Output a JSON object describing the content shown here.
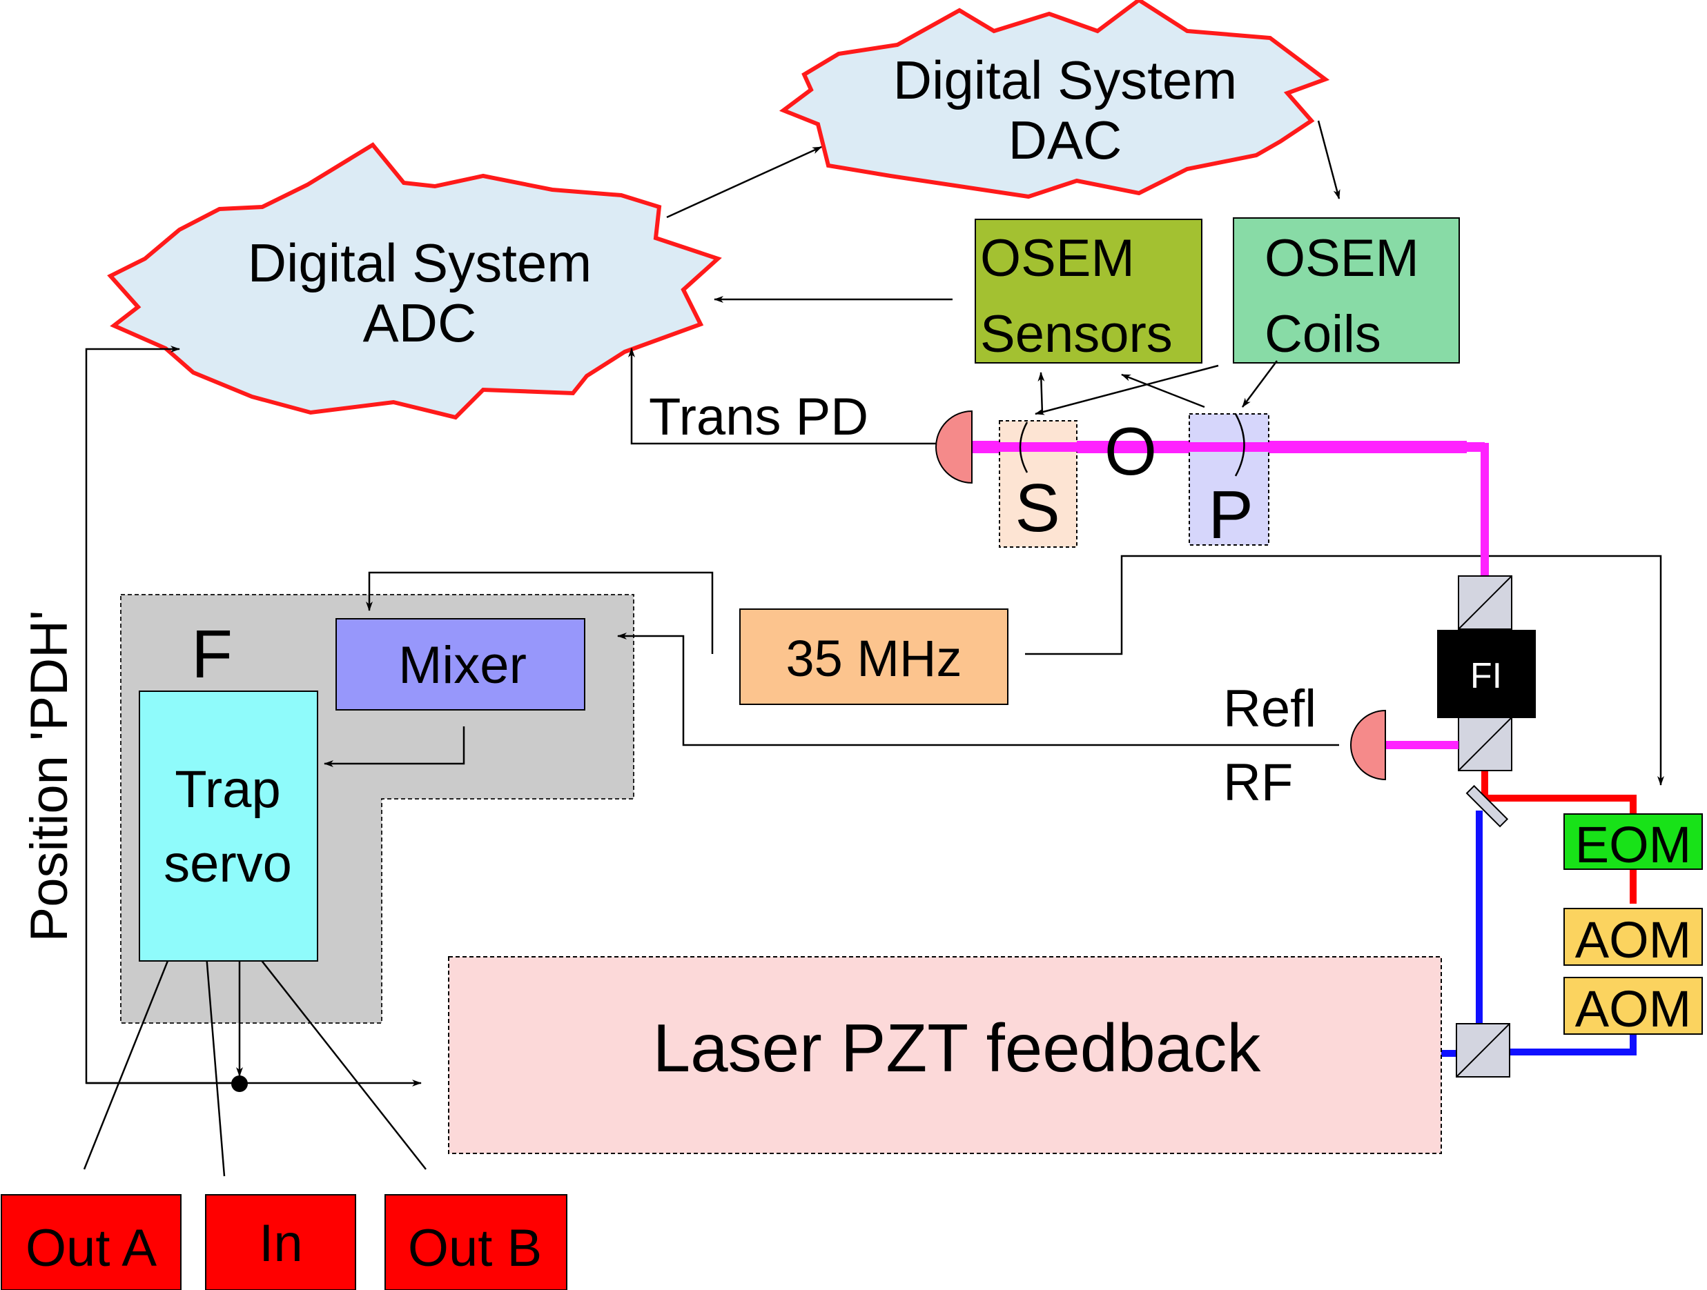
{
  "clouds": {
    "adc": {
      "line1": "Digital System",
      "line2": "ADC"
    },
    "dac": {
      "line1": "Digital System",
      "line2": "DAC"
    }
  },
  "boxes": {
    "osem_sensors": {
      "line1": "OSEM",
      "line2": "Sensors"
    },
    "osem_coils": {
      "line1": "OSEM",
      "line2": "Coils"
    },
    "mhz": "35 MHz",
    "mixer": "Mixer",
    "trap_servo": {
      "line1": "Trap",
      "line2": "servo"
    },
    "laser_pzt": "Laser PZT feedback",
    "fi": "FI",
    "eom": "EOM",
    "aom1": "AOM",
    "aom2": "AOM",
    "out_a": "Out A",
    "in": "In",
    "out_b": "Out B"
  },
  "labels": {
    "trans_pd": "Trans PD",
    "refl_rf_line1": "Refl",
    "refl_rf_line2": "RF",
    "f": "F",
    "s": "S",
    "o": "O",
    "p": "P",
    "position_pdh": "Position 'PDH'"
  },
  "colors": {
    "cloud_fill": "#dcebf5",
    "cloud_stroke": "#ff1a1a",
    "osem_sensors": "#a3c131",
    "osem_coils": "#88dba6",
    "mhz": "#fcc48e",
    "mixer": "#9797fb",
    "trap_servo": "#8ffbfb",
    "f_region": "#cbcbcb",
    "laser_pzt": "#fcd9d9",
    "eom": "#18e218",
    "aom": "#fbd35f",
    "io_red": "#ff0000",
    "beam_magenta": "#ff22ff",
    "beam_red": "#ff0000",
    "beam_blue": "#1010ff",
    "pd": "#f58a8a",
    "mirror_s": "#fde4d3",
    "mirror_p": "#d6d6fb"
  }
}
